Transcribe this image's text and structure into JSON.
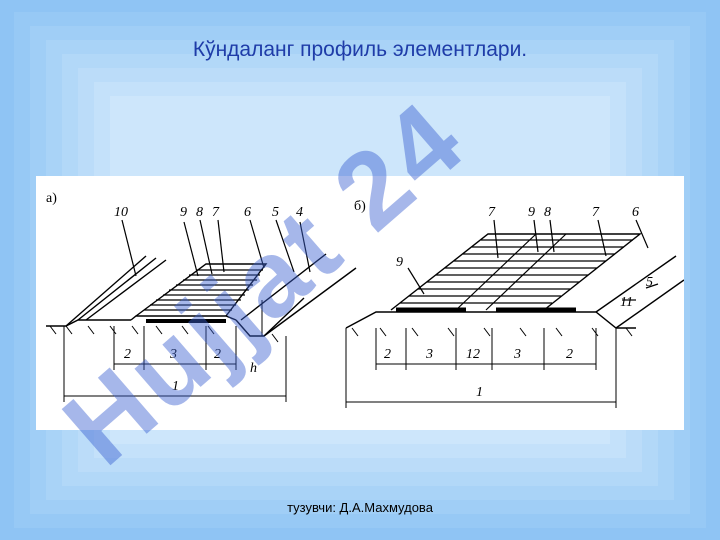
{
  "slide": {
    "title": "Кўндаланг профиль элементлари.",
    "footer": "тузувчи: Д.А.Махмудова",
    "watermark": "Hujjat 24",
    "colors": {
      "background": "#8fc4f4",
      "title": "#1f3ca8",
      "watermark": "#3a5fd0"
    }
  },
  "figure": {
    "part_a": {
      "label": "а)",
      "callouts": [
        "10",
        "9",
        "8",
        "7",
        "6",
        "5",
        "4"
      ],
      "dimensions": [
        "2",
        "3",
        "2",
        "1",
        "h"
      ]
    },
    "part_b": {
      "label": "б)",
      "callouts": [
        "7",
        "9",
        "8",
        "7",
        "6",
        "9",
        "5",
        "11"
      ],
      "dimensions": [
        "2",
        "3",
        "12",
        "3",
        "2",
        "1"
      ]
    }
  }
}
